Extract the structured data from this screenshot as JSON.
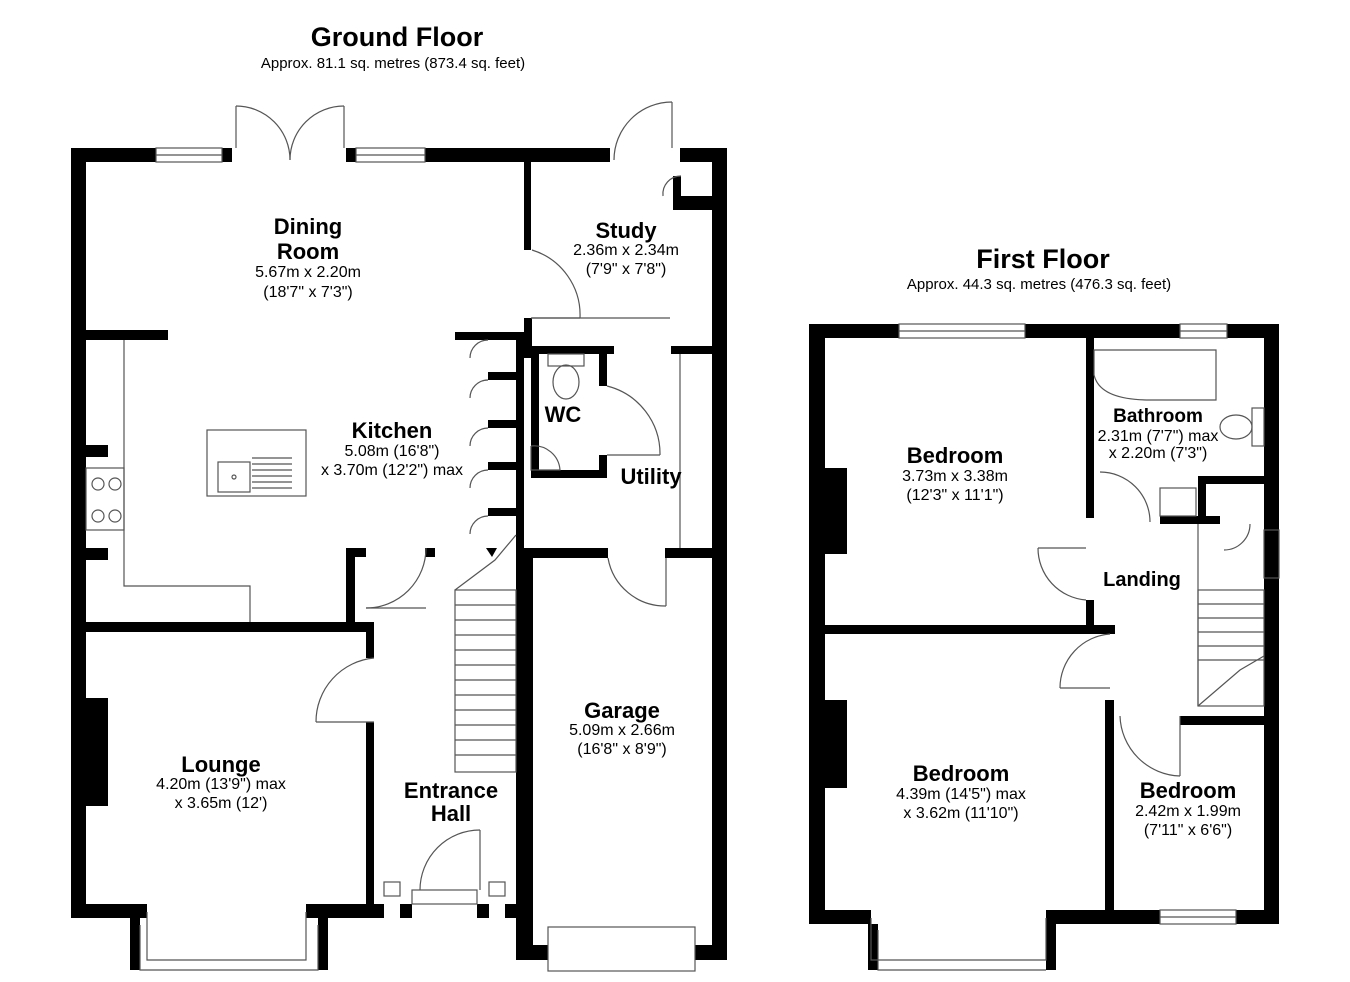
{
  "ground_floor": {
    "title": "Ground Floor",
    "area": "Approx. 81.1 sq. metres (873.4 sq. feet)",
    "rooms": {
      "dining": {
        "name1": "Dining",
        "name2": "Room",
        "dim1": "5.67m x 2.20m",
        "dim2": "(18'7\" x 7'3\")"
      },
      "study": {
        "name": "Study",
        "dim1": "2.36m x 2.34m",
        "dim2": "(7'9\" x 7'8\")"
      },
      "wc": {
        "name": "WC"
      },
      "kitchen": {
        "name": "Kitchen",
        "dim1": "5.08m (16'8\")",
        "dim2": "x 3.70m (12'2\") max"
      },
      "utility": {
        "name": "Utility"
      },
      "garage": {
        "name": "Garage",
        "dim1": "5.09m x 2.66m",
        "dim2": "(16'8\" x 8'9\")"
      },
      "lounge": {
        "name": "Lounge",
        "dim1": "4.20m (13'9\") max",
        "dim2": "x 3.65m (12')"
      },
      "hall": {
        "name1": "Entrance",
        "name2": "Hall"
      }
    }
  },
  "first_floor": {
    "title": "First Floor",
    "area": "Approx. 44.3 sq. metres (476.3 sq. feet)",
    "rooms": {
      "bedroom1": {
        "name": "Bedroom",
        "dim1": "3.73m x 3.38m",
        "dim2": "(12'3\" x 11'1\")"
      },
      "bathroom": {
        "name": "Bathroom",
        "dim1": "2.31m (7'7\") max",
        "dim2": "x 2.20m (7'3\")"
      },
      "landing": {
        "name": "Landing"
      },
      "bedroom2": {
        "name": "Bedroom",
        "dim1": "4.39m (14'5\") max",
        "dim2": "x 3.62m (11'10\")"
      },
      "bedroom3": {
        "name": "Bedroom",
        "dim1": "2.42m x 1.99m",
        "dim2": "(7'11\" x 6'6\")"
      }
    }
  },
  "colors": {
    "wall": "#000000",
    "background": "#ffffff",
    "fixture_line": "#555555"
  }
}
